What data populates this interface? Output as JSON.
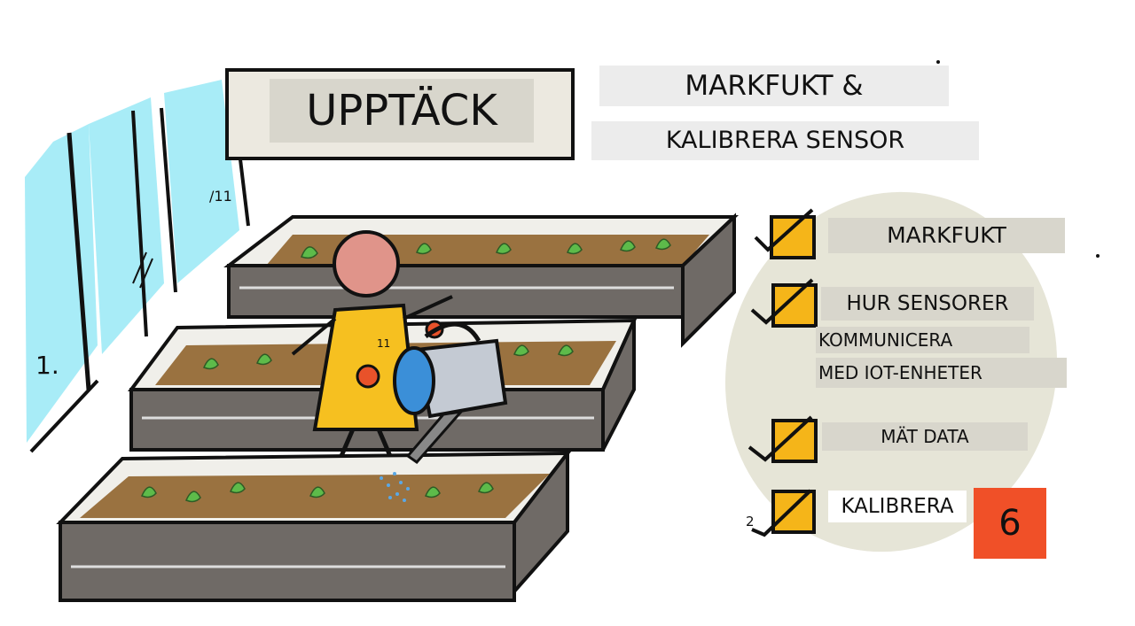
{
  "title": "UPPTÄCK",
  "subtitle": {
    "line1": "MARKFUKT &",
    "line2": "KALIBRERA SENSOR"
  },
  "checklist": {
    "items": [
      {
        "label": "MARKFUKT"
      },
      {
        "label": "HUR SENSORER",
        "line2": "KOMMUNICERA",
        "line3": "MED IOT-ENHETER"
      },
      {
        "label": "MÄT DATA"
      },
      {
        "label": "KALIBRERA"
      }
    ]
  },
  "lesson_number": "6",
  "annotations": {
    "step": "1.",
    "window_mark": "/11",
    "apron_mark": "11",
    "corner_mark": "2"
  },
  "colors": {
    "accent_orange": "#f05028",
    "checkbox_yellow": "#f5b519",
    "window_blue": "#a8ecf7",
    "soil_brown": "#9a7240",
    "planter_gray": "#6f6a66",
    "dress_yellow": "#f6c020",
    "head_pink": "#e0948a",
    "can_gray": "#c4cad3",
    "ellipse_beige": "#e6e5d7"
  }
}
